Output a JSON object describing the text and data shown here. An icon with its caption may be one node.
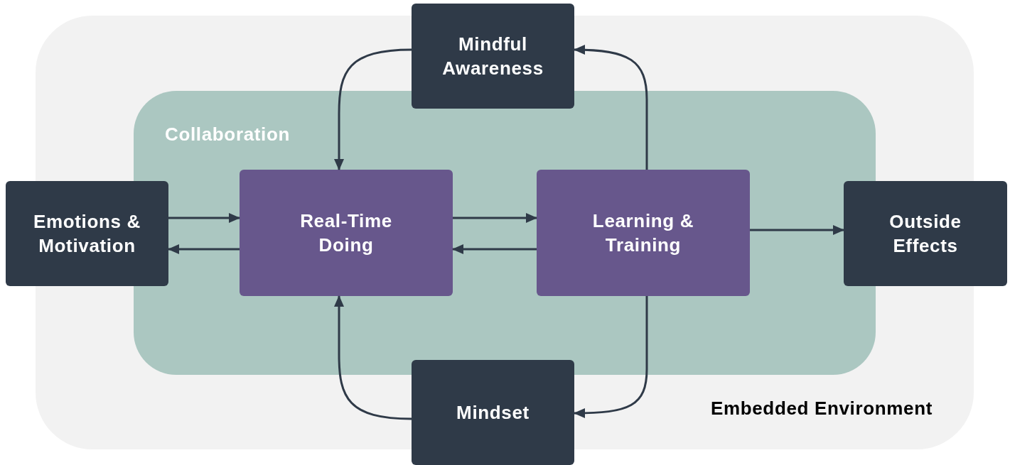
{
  "diagram": {
    "nodes": [
      {
        "text": [
          "Embedded Environment"
        ]
      },
      {
        "text": [
          "Collaboration"
        ],
        "in": 0
      },
      {
        "text": [
          "Mindful Awareness"
        ]
      },
      {
        "text": [
          "Emotions & Motivation"
        ]
      },
      {
        "text": [
          "Real-Time Doing"
        ],
        "in": 1
      },
      {
        "text": [
          "Learning & Training"
        ],
        "in": 1
      },
      {
        "text": [
          "Outside Effects"
        ]
      },
      {
        "text": [
          "Mindset"
        ]
      }
    ],
    "edges": [
      {
        "from": 2,
        "to": 4,
        "arrow": "to"
      },
      {
        "from": 5,
        "to": 2,
        "arrow": "to"
      },
      {
        "from": 3,
        "to": 4,
        "arrow": "to"
      },
      {
        "from": 4,
        "to": 3,
        "arrow": "to"
      },
      {
        "from": 4,
        "to": 5,
        "arrow": "to"
      },
      {
        "from": 5,
        "to": 4,
        "arrow": "to"
      },
      {
        "from": 5,
        "to": 6,
        "arrow": "to"
      },
      {
        "from": 7,
        "to": 4,
        "arrow": "to"
      },
      {
        "from": 5,
        "to": 7,
        "arrow": "to"
      }
    ]
  }
}
